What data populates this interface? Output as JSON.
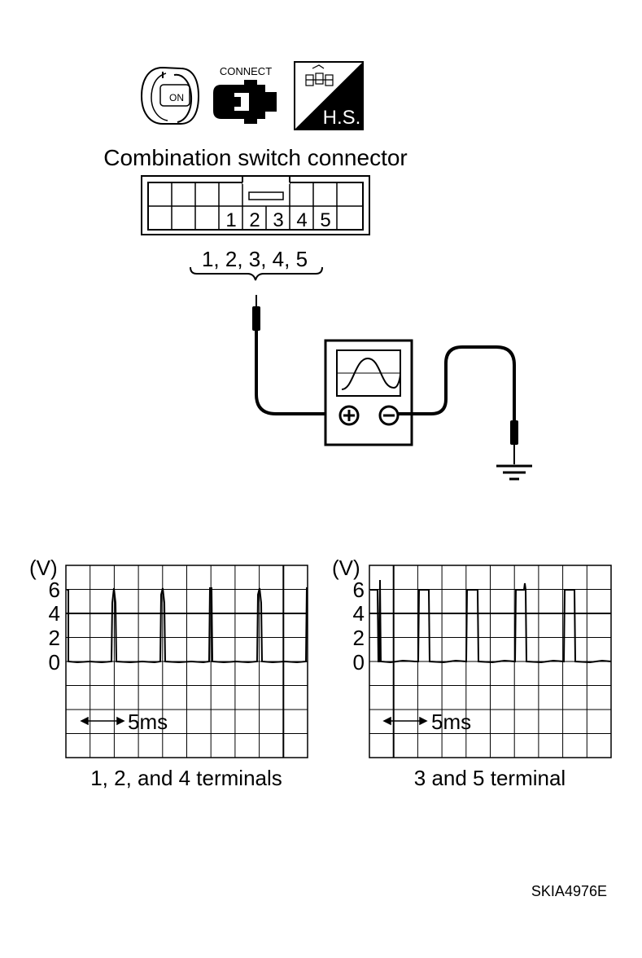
{
  "icons": {
    "ignition": {
      "label": "ON"
    },
    "connect": {
      "label": "CONNECT"
    },
    "harness_sign": {
      "label": "H.S."
    }
  },
  "connector": {
    "title": "Combination switch connector",
    "terminals": [
      "1",
      "2",
      "3",
      "4",
      "5"
    ],
    "probe_label": "1, 2, 3, 4, 5"
  },
  "scope_left": {
    "unit": "(V)",
    "y_ticks": [
      "6",
      "4",
      "2",
      "0"
    ],
    "time_scale": "5ms",
    "caption": "1, 2, and 4 terminals"
  },
  "scope_right": {
    "unit": "(V)",
    "y_ticks": [
      "6",
      "4",
      "2",
      "0"
    ],
    "time_scale": "5ms",
    "caption": "3 and 5 terminal"
  },
  "figure_id": "SKIA4976E"
}
